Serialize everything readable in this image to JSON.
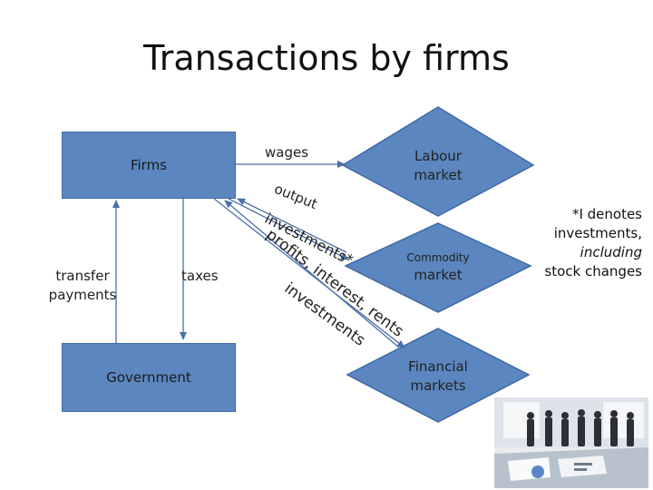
{
  "title": "Transactions by firms",
  "nodes": {
    "firms": "Firms",
    "government": "Government",
    "labour_market": [
      "Labour",
      "market"
    ],
    "commodity_market": [
      "Commodity",
      "market"
    ],
    "financial_markets": [
      "Financial",
      "markets"
    ]
  },
  "flows": {
    "wages": "wages",
    "output": "output",
    "investments_star": "investments*",
    "profits_interest_rents": "profits, interest, rents",
    "investments": "investments",
    "transfer_payments": [
      "transfer",
      "payments"
    ],
    "taxes": "taxes"
  },
  "note": {
    "line1": "*I denotes",
    "line2": "investments,",
    "line3": "including",
    "line4": "stock changes"
  },
  "colors": {
    "box_fill": "#5b86bf",
    "arrow": "#4a6fa8"
  },
  "icons": [
    "business-people-photo"
  ]
}
